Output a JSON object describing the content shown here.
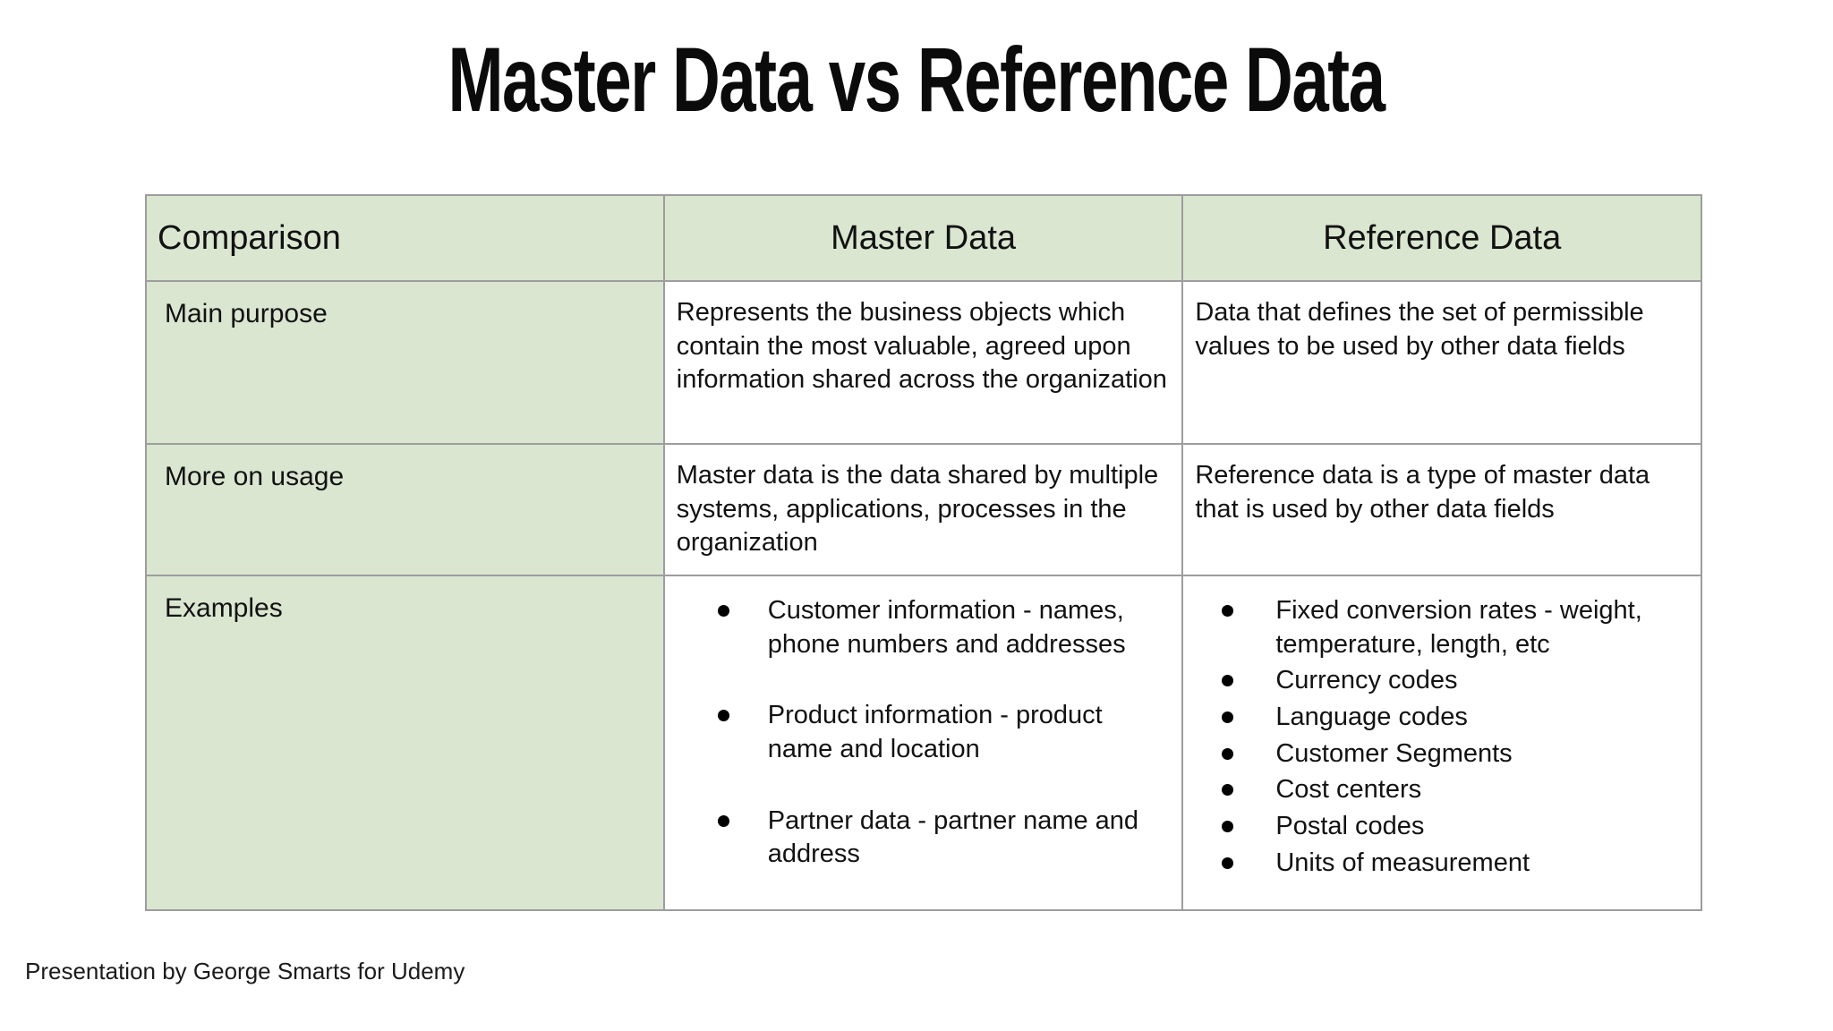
{
  "title": "Master Data vs Reference Data",
  "footer_credit": "Presentation by George Smarts for Udemy",
  "colors": {
    "cell_green": "#dae6d0",
    "table_border": "#9d9d9d",
    "background": "#ffffff",
    "title_text": "#0b0b0b"
  },
  "table": {
    "headers": [
      "Comparison",
      "Master Data",
      "Reference Data"
    ],
    "rows": {
      "main_purpose": {
        "label": "Main purpose",
        "master": "Represents the business objects which contain the most valuable, agreed upon information shared across the organization",
        "reference": "Data that defines the set of permissible values to be used by other data fields"
      },
      "more_on_usage": {
        "label": "More on usage",
        "master": "Master data is the data shared by multiple systems, applications, processes in the organization",
        "reference": "Reference data is a type of master data that is used by other data fields"
      },
      "examples": {
        "label": "Examples",
        "master_bullets": [
          "Customer information - names, phone numbers and addresses",
          "Product information - product name and location",
          "Partner data - partner name and address"
        ],
        "reference_bullets": [
          "Fixed conversion rates - weight, temperature, length, etc",
          "Currency codes",
          "Language codes",
          "Customer Segments",
          "Cost centers",
          "Postal codes",
          "Units of measurement"
        ]
      }
    }
  }
}
